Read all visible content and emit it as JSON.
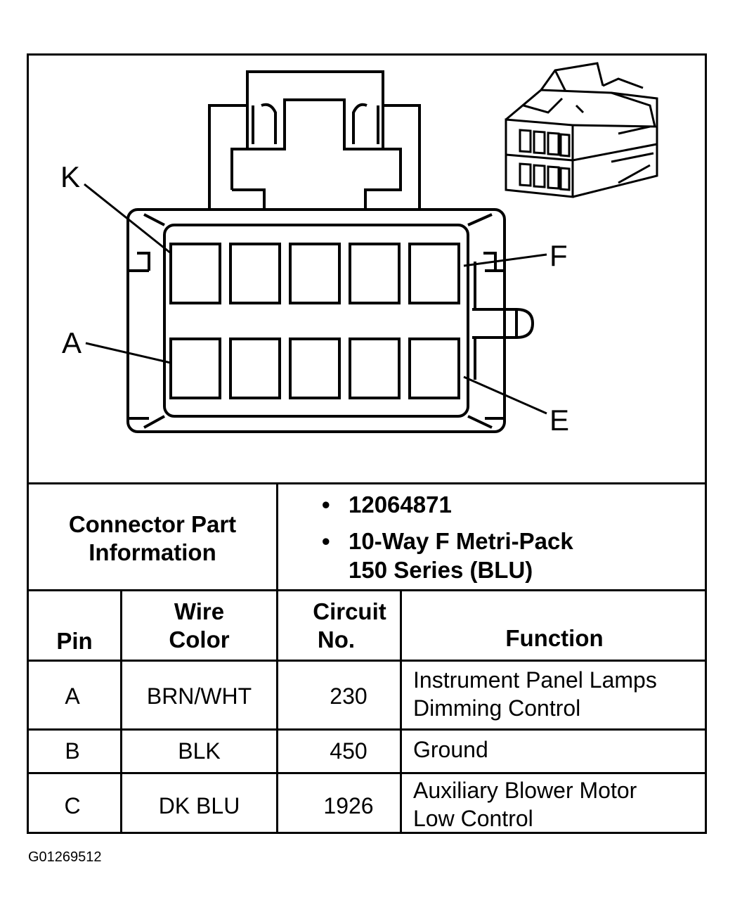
{
  "diagram": {
    "pin_labels": {
      "K": "K",
      "F": "F",
      "A": "A",
      "E": "E"
    }
  },
  "part_info": {
    "label_line1": "Connector Part",
    "label_line2": "Information",
    "bullet": "•",
    "items": [
      "12064871",
      "10-Way F Metri-Pack",
      "150 Series (BLU)"
    ]
  },
  "table": {
    "headers": {
      "pin": "Pin",
      "wire_color_line1": "Wire",
      "wire_color_line2": "Color",
      "circuit_line1": "Circuit",
      "circuit_line2": "No.",
      "function": "Function"
    },
    "rows": [
      {
        "pin": "A",
        "wire_color": "BRN/WHT",
        "circuit": "230",
        "function_line1": "Instrument Panel Lamps",
        "function_line2": "Dimming Control"
      },
      {
        "pin": "B",
        "wire_color": "BLK",
        "circuit": "450",
        "function_line1": "Ground",
        "function_line2": ""
      },
      {
        "pin": "C",
        "wire_color": "DK BLU",
        "circuit": "1926",
        "function_line1": "Auxiliary Blower Motor",
        "function_line2": "Low Control"
      }
    ]
  },
  "figure_id": "G01269512"
}
